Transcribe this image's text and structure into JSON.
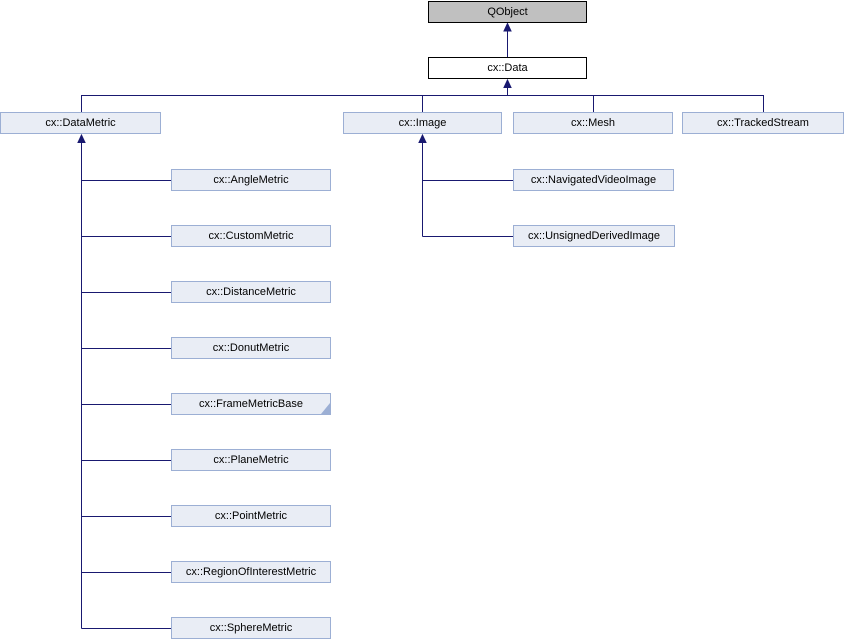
{
  "diagram": {
    "type": "class-inheritance-graph",
    "colors": {
      "edge": "#191970",
      "node_fill": "#E9EDF5",
      "node_border": "#9CAFD4",
      "root_fill": "#C0C0C0",
      "plain_fill": "#FFFFFF",
      "text": "#000000",
      "background": "#FFFFFF"
    },
    "nodes": [
      {
        "label": "QObject",
        "style": "root"
      },
      {
        "label": "cx::Data",
        "style": "plain"
      },
      {
        "label": "cx::DataMetric",
        "style": "linked"
      },
      {
        "label": "cx::Image",
        "style": "linked"
      },
      {
        "label": "cx::Mesh",
        "style": "linked"
      },
      {
        "label": "cx::TrackedStream",
        "style": "linked"
      },
      {
        "label": "cx::AngleMetric",
        "style": "linked"
      },
      {
        "label": "cx::CustomMetric",
        "style": "linked"
      },
      {
        "label": "cx::DistanceMetric",
        "style": "linked"
      },
      {
        "label": "cx::DonutMetric",
        "style": "linked"
      },
      {
        "label": "cx::FrameMetricBase",
        "style": "linked",
        "truncated": true
      },
      {
        "label": "cx::PlaneMetric",
        "style": "linked"
      },
      {
        "label": "cx::PointMetric",
        "style": "linked"
      },
      {
        "label": "cx::RegionOfInterestMetric",
        "style": "linked"
      },
      {
        "label": "cx::SphereMetric",
        "style": "linked"
      },
      {
        "label": "cx::NavigatedVideoImage",
        "style": "linked"
      },
      {
        "label": "cx::UnsignedDerivedImage",
        "style": "linked"
      }
    ],
    "edges": [
      {
        "from": "cx::Data",
        "to": "QObject"
      },
      {
        "from": "cx::DataMetric",
        "to": "cx::Data"
      },
      {
        "from": "cx::Image",
        "to": "cx::Data"
      },
      {
        "from": "cx::Mesh",
        "to": "cx::Data"
      },
      {
        "from": "cx::TrackedStream",
        "to": "cx::Data"
      },
      {
        "from": "cx::AngleMetric",
        "to": "cx::DataMetric"
      },
      {
        "from": "cx::CustomMetric",
        "to": "cx::DataMetric"
      },
      {
        "from": "cx::DistanceMetric",
        "to": "cx::DataMetric"
      },
      {
        "from": "cx::DonutMetric",
        "to": "cx::DataMetric"
      },
      {
        "from": "cx::FrameMetricBase",
        "to": "cx::DataMetric"
      },
      {
        "from": "cx::PlaneMetric",
        "to": "cx::DataMetric"
      },
      {
        "from": "cx::PointMetric",
        "to": "cx::DataMetric"
      },
      {
        "from": "cx::RegionOfInterestMetric",
        "to": "cx::DataMetric"
      },
      {
        "from": "cx::SphereMetric",
        "to": "cx::DataMetric"
      },
      {
        "from": "cx::NavigatedVideoImage",
        "to": "cx::Image"
      },
      {
        "from": "cx::UnsignedDerivedImage",
        "to": "cx::Image"
      }
    ]
  }
}
